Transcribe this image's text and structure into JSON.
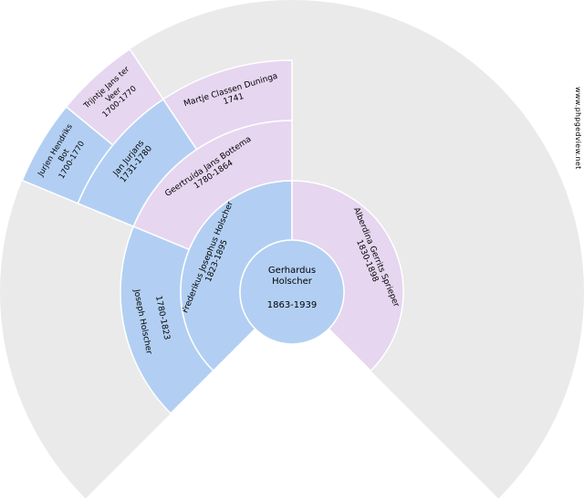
{
  "site": "www.phpgedview.net",
  "colors": {
    "male": "#b2cff3",
    "female": "#e6d6f0",
    "empty": "#eaeaea",
    "stroke": "#ffffff"
  },
  "root": {
    "name": [
      "Gerhardus",
      "Holscher"
    ],
    "dates": "1863-1939"
  },
  "ancestors": [
    {
      "id": "father",
      "gen": 1,
      "slot": 0,
      "sex": "male",
      "name": [
        "Frederikus Josephus Holscher"
      ],
      "dates": "1823-1895"
    },
    {
      "id": "mother",
      "gen": 1,
      "slot": 1,
      "sex": "female",
      "name": [
        "Alberdina Gerrits Sprieper"
      ],
      "dates": "1830-1898"
    },
    {
      "id": "ff",
      "gen": 2,
      "slot": 0,
      "sex": "male",
      "name": [
        "Joseph Holscher"
      ],
      "dates": "1780-1823"
    },
    {
      "id": "fm",
      "gen": 2,
      "slot": 1,
      "sex": "female",
      "name": [
        "Geertruida Jans Bottema"
      ],
      "dates": "1780-1864"
    },
    {
      "id": "fmf",
      "gen": 3,
      "slot": 2,
      "sex": "male",
      "name": [
        "Jan Jurjans"
      ],
      "dates": "1731-1780"
    },
    {
      "id": "fmm",
      "gen": 3,
      "slot": 3,
      "sex": "female",
      "name": [
        "Martje Classen Duninga"
      ],
      "dates": "1741"
    },
    {
      "id": "fmff",
      "gen": 4,
      "slot": 4,
      "sex": "male",
      "name": [
        "Jurjen Hendriks",
        "Bot"
      ],
      "dates": "1700-1770"
    },
    {
      "id": "fmfm",
      "gen": 4,
      "slot": 5,
      "sex": "female",
      "name": [
        "Trijntje Jans ter",
        "Veer"
      ],
      "dates": "1700-1770"
    }
  ]
}
